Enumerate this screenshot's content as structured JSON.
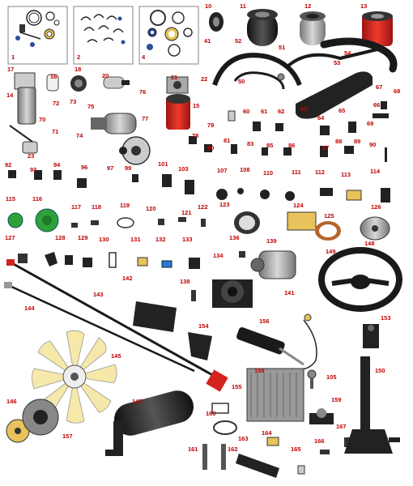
{
  "diagram": {
    "labels": [
      "1",
      "2",
      "4",
      "10",
      "11",
      "12",
      "13",
      "14",
      "15",
      "16",
      "17",
      "18",
      "20",
      "21",
      "22",
      "23",
      "41",
      "50",
      "51",
      "52",
      "53",
      "54",
      "60",
      "61",
      "62",
      "63",
      "64",
      "65",
      "66",
      "67",
      "68",
      "69",
      "70",
      "71",
      "72",
      "73",
      "74",
      "75",
      "76",
      "77",
      "78",
      "79",
      "80",
      "81",
      "83",
      "85",
      "86",
      "87",
      "88",
      "89",
      "90",
      "92",
      "93",
      "94",
      "96",
      "97",
      "99",
      "101",
      "103",
      "105",
      "107",
      "108",
      "110",
      "111",
      "112",
      "113",
      "114",
      "115",
      "116",
      "117",
      "118",
      "119",
      "120",
      "121",
      "122",
      "123",
      "124",
      "125",
      "126",
      "127",
      "128",
      "129",
      "130",
      "131",
      "132",
      "133",
      "134",
      "136",
      "138",
      "139",
      "141",
      "142",
      "143",
      "144",
      "145",
      "146",
      "147",
      "148",
      "149",
      "150",
      "153",
      "154",
      "155",
      "156",
      "157",
      "158",
      "159",
      "160",
      "161",
      "162",
      "163",
      "164",
      "165",
      "166",
      "167"
    ],
    "colors": {
      "label": "#c00000",
      "part_black": "#1a1a1a",
      "part_red": "#d2231e",
      "part_gray": "#9a9a9a",
      "fan_blade": "#f5e8a8",
      "kit_border": "#666666"
    }
  }
}
